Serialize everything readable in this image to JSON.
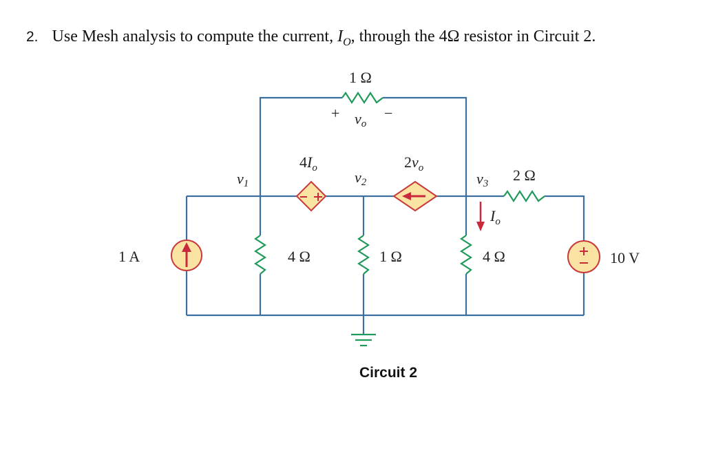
{
  "question": {
    "number": "2.",
    "text_before": "Use Mesh analysis to compute the current, ",
    "current_symbol": "I",
    "current_subscript": "O",
    "text_after": ", through the 4Ω resistor in Circuit 2."
  },
  "circuit": {
    "caption": "Circuit 2",
    "colors": {
      "wire": "#3b6fa0",
      "resistor": "#1f9a5a",
      "source_fill": "#fbe3a4",
      "source_stroke": "#c8393b",
      "arrow": "#c8293b"
    },
    "top_resistor": {
      "value": "1 Ω",
      "plus": "+",
      "minus": "−",
      "voltage_var": "v",
      "voltage_sub": "o"
    },
    "current_source": {
      "value": "1 A",
      "direction": "up"
    },
    "node_labels": [
      {
        "var": "v",
        "sub": "1"
      },
      {
        "var": "v",
        "sub": "2"
      },
      {
        "var": "v",
        "sub": "3"
      }
    ],
    "dependent_voltage_source": {
      "coef": "4",
      "var": "I",
      "sub": "o",
      "minus": "−",
      "plus": "+"
    },
    "dependent_current_source": {
      "coef": "2",
      "var": "v",
      "sub": "o",
      "direction": "left"
    },
    "resistor_r1": {
      "value": "4 Ω"
    },
    "resistor_r2": {
      "value": "1 Ω"
    },
    "resistor_r3": {
      "value": "4 Ω"
    },
    "resistor_r4": {
      "value": "2 Ω"
    },
    "io_label": {
      "var": "I",
      "sub": "o"
    },
    "voltage_source": {
      "value": "10 V",
      "plus": "+",
      "minus": "−"
    }
  }
}
